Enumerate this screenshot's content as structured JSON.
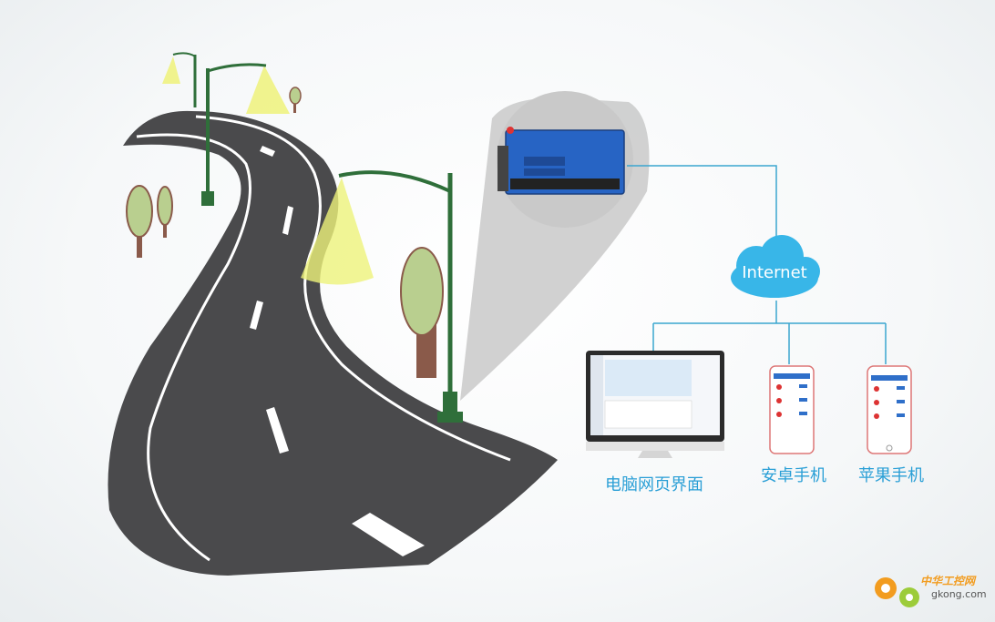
{
  "network": {
    "cloud_label": "Internet",
    "clients": [
      {
        "label": "电脑网页界面"
      },
      {
        "label": "安卓手机"
      },
      {
        "label": "苹果手机"
      }
    ]
  },
  "watermark": {
    "name": "中华工控网",
    "url": "gkong.com"
  },
  "colors": {
    "road": "#4a4a4c",
    "road_line": "#ffffff",
    "pole": "#2f6f3a",
    "light_beam": "#eef27a",
    "tree": "#b9cf8f",
    "trunk": "#8a5a4a",
    "connector": "#3aa6cf",
    "cloud": "#38b6e8",
    "device_panel": "#2764c4",
    "label_text": "#2a9fd6",
    "watermark": "#f29c1f"
  },
  "icons": [
    "street-lamp-icon",
    "tree-icon",
    "controller-device-icon",
    "cloud-icon",
    "monitor-icon",
    "android-phone-icon",
    "iphone-icon",
    "gear-icon"
  ]
}
